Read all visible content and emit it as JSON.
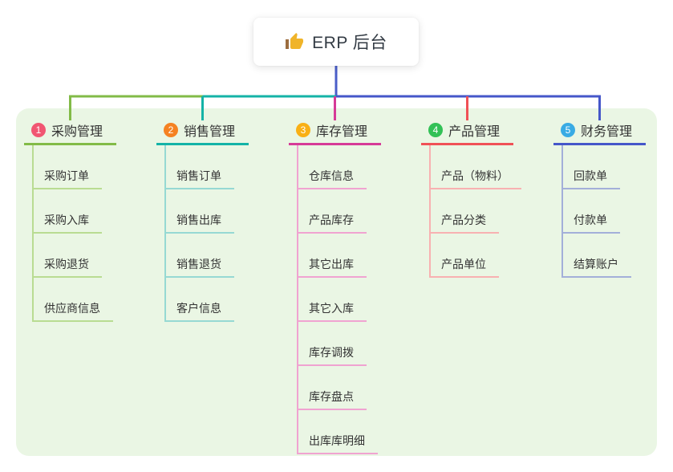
{
  "root": {
    "label": "ERP 后台",
    "icon": "thumbs-up-icon"
  },
  "branches": [
    {
      "index": "1",
      "label": "采购管理",
      "badge_color": "#f15672",
      "line_color": "#82bb47",
      "light_color": "#b9dc92",
      "children": [
        "采购订单",
        "采购入库",
        "采购退货",
        "供应商信息"
      ]
    },
    {
      "index": "2",
      "label": "销售管理",
      "badge_color": "#f58222",
      "line_color": "#14b3a7",
      "light_color": "#96d9d3",
      "children": [
        "销售订单",
        "销售出库",
        "销售退货",
        "客户信息"
      ]
    },
    {
      "index": "3",
      "label": "库存管理",
      "badge_color": "#f9b015",
      "line_color": "#d63a97",
      "light_color": "#f0a3d1",
      "children": [
        "仓库信息",
        "产品库存",
        "其它出库",
        "其它入库",
        "库存调拨",
        "库存盘点",
        "出库库明细"
      ]
    },
    {
      "index": "4",
      "label": "产品管理",
      "badge_color": "#32c156",
      "line_color": "#f05156",
      "light_color": "#f8b1b1",
      "children": [
        "产品（物料）",
        "产品分类",
        "产品单位"
      ]
    },
    {
      "index": "5",
      "label": "财务管理",
      "badge_color": "#39abe4",
      "line_color": "#4557c9",
      "light_color": "#a3afd9",
      "children": [
        "回款单",
        "付款单",
        "结算账户"
      ]
    }
  ],
  "colors": {
    "root_connector": "#4a5ec8",
    "panel_bg": "#eaf6e4",
    "text": "#333333"
  }
}
